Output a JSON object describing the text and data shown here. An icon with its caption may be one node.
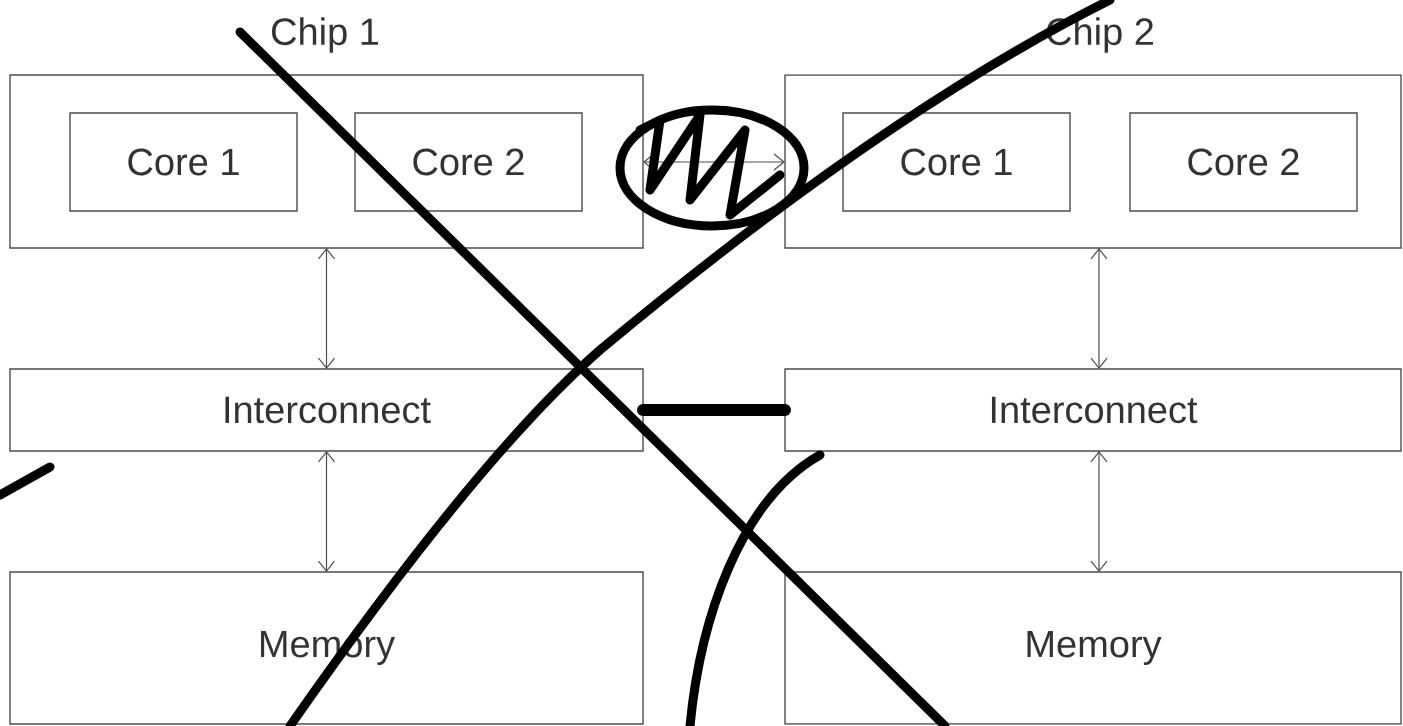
{
  "diagram": {
    "nodes": [
      {
        "text": [
          "Chip 1"
        ]
      },
      {
        "text": [
          "Core 1"
        ],
        "in": 0
      },
      {
        "text": [
          "Core 2"
        ],
        "in": 0
      },
      {
        "text": [
          "Interconnect"
        ]
      },
      {
        "text": [
          "Memory"
        ]
      },
      {
        "text": [
          "Chip 2"
        ]
      },
      {
        "text": [
          "Core 1"
        ],
        "in": 5
      },
      {
        "text": [
          "Core 2"
        ],
        "in": 5
      },
      {
        "text": [
          "Interconnect"
        ]
      },
      {
        "text": [
          "Memory"
        ]
      }
    ],
    "edges": [
      {
        "from": 0,
        "to": 5,
        "arrow": "both"
      },
      {
        "from": 0,
        "to": 3,
        "arrow": "both"
      },
      {
        "from": 3,
        "to": 4,
        "arrow": "both"
      },
      {
        "from": 5,
        "to": 8,
        "arrow": "both"
      },
      {
        "from": 8,
        "to": 9,
        "arrow": "both"
      },
      {
        "from": 3,
        "to": 8,
        "arrow": "none",
        "style": "thick",
        "color": "#000000"
      }
    ]
  }
}
